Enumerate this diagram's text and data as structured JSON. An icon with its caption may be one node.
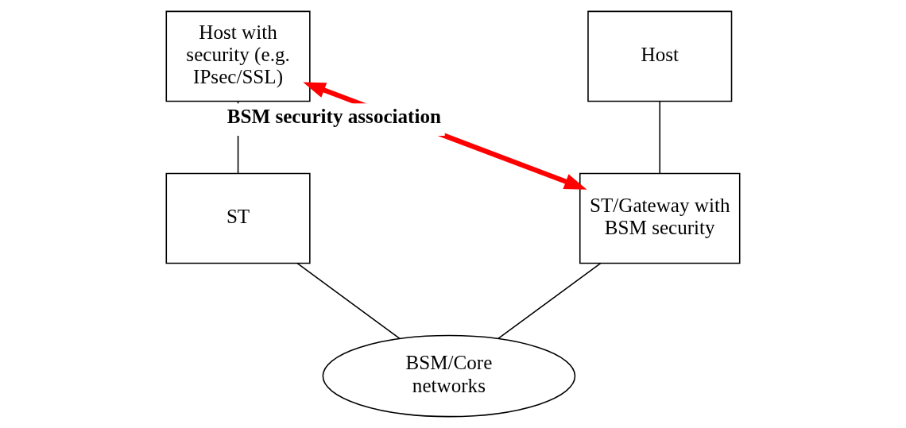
{
  "diagram": {
    "nodes": [
      {
        "text": [
          "Host with security (e.g. IPsec/SSL)"
        ]
      },
      {
        "text": [
          "Host"
        ]
      },
      {
        "text": [
          "ST"
        ]
      },
      {
        "text": [
          "ST/Gateway with BSM security"
        ]
      },
      {
        "text": [
          "BSM/Core networks"
        ]
      }
    ],
    "edges": [
      {
        "from": 0,
        "to": 2,
        "arrow": "none"
      },
      {
        "from": 1,
        "to": 3,
        "arrow": "none"
      },
      {
        "from": 2,
        "to": 4,
        "arrow": "none"
      },
      {
        "from": 4,
        "to": 3,
        "arrow": "none"
      },
      {
        "from": 0,
        "to": 3,
        "arrow": "both",
        "label": "BSM security association",
        "style": "thick",
        "color": "#ff0000"
      }
    ]
  }
}
